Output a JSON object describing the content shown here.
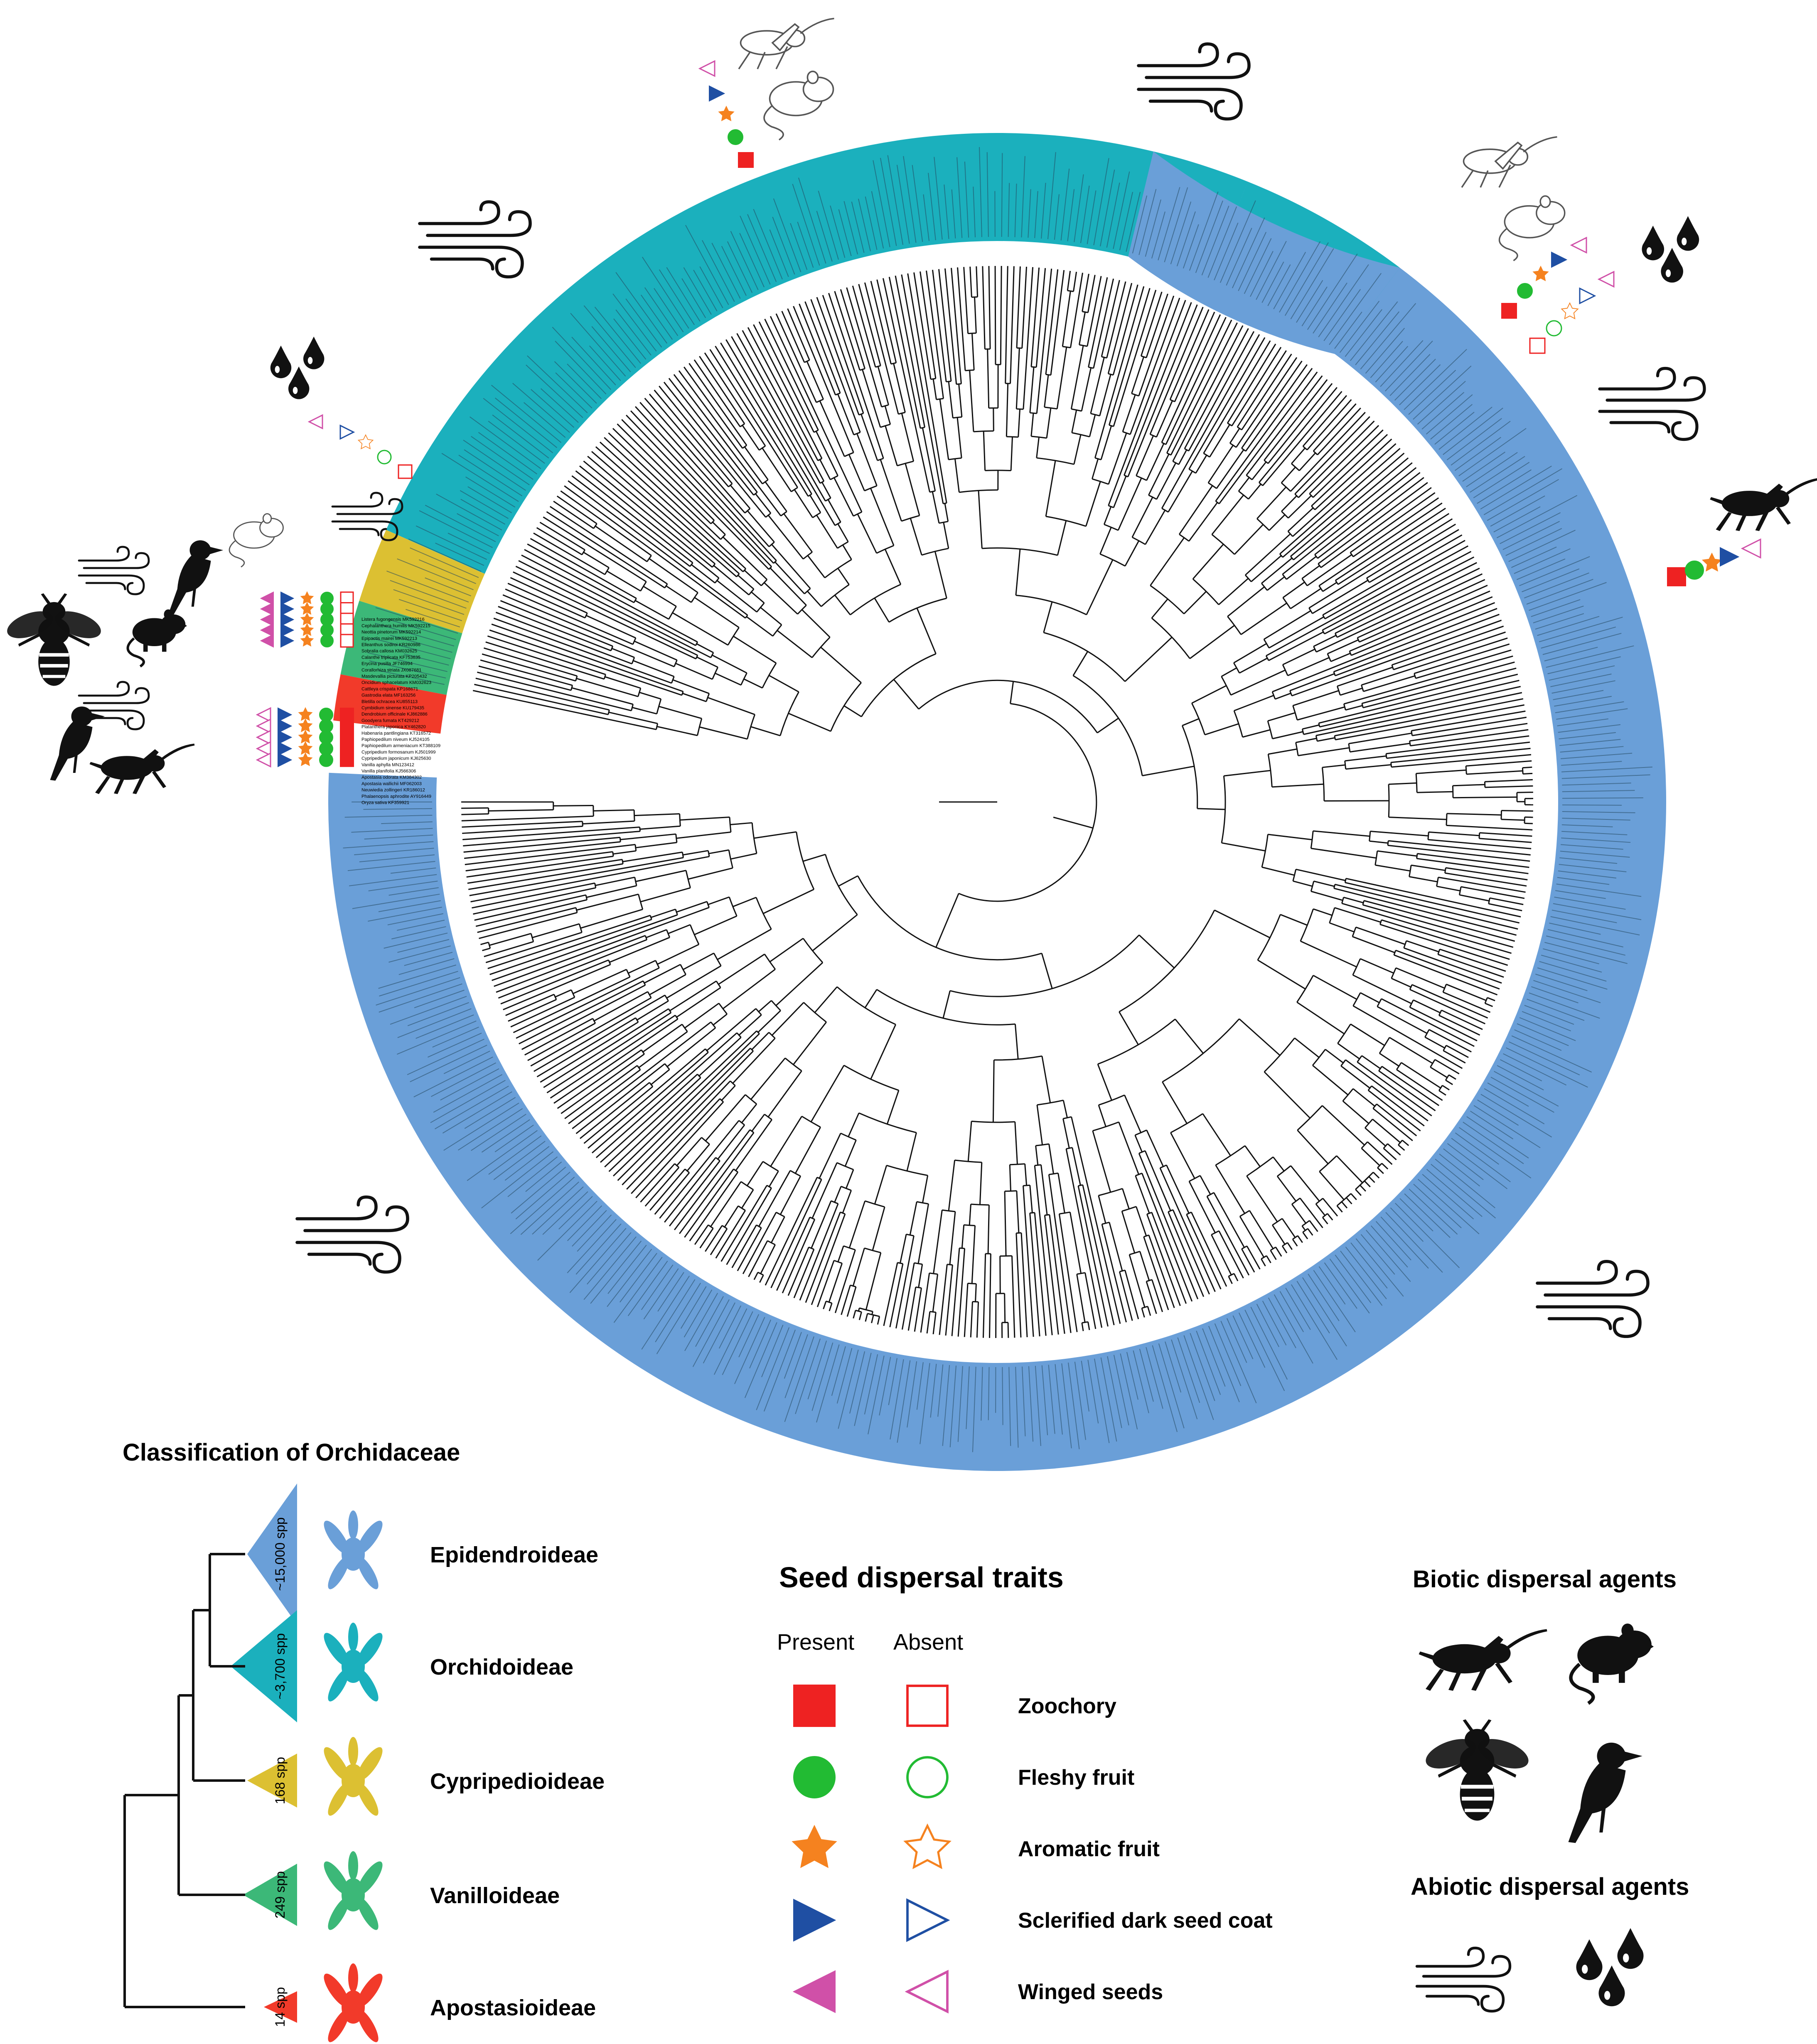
{
  "colors": {
    "epidendroideae": "#6a9fd8",
    "orchidoideae": "#1bb0bd",
    "cypripedioideae": "#dcc032",
    "vanilloideae": "#3cb878",
    "apostasioideae": "#f23a2a",
    "zoochory": "#ee2222",
    "fleshy_fruit": "#22bb33",
    "aromatic_fruit": "#f5821f",
    "sclerified_seed_coat": "#1f4fa3",
    "winged_seeds": "#d050a8",
    "silhouette": "#111111"
  },
  "classification": {
    "title": "Classification of Orchidaceae",
    "subfamilies": [
      {
        "name": "Epidendroideae",
        "count": "~15,000 spp",
        "color": "#6a9fd8"
      },
      {
        "name": "Orchidoideae",
        "count": "~3,700 spp",
        "color": "#1bb0bd"
      },
      {
        "name": "Cypripedioideae",
        "count": "168 spp",
        "color": "#dcc032"
      },
      {
        "name": "Vanilloideae",
        "count": "249 spp",
        "color": "#3cb878"
      },
      {
        "name": "Apostasioideae",
        "count": "14 spp",
        "color": "#f23a2a"
      }
    ]
  },
  "traits": {
    "title": "Seed dispersal traits",
    "present_label": "Present",
    "absent_label": "Absent",
    "items": [
      {
        "name": "Zoochory",
        "shape": "square",
        "color": "#ee2222"
      },
      {
        "name": "Fleshy fruit",
        "shape": "circle",
        "color": "#22bb33"
      },
      {
        "name": "Aromatic fruit",
        "shape": "star",
        "color": "#f5821f"
      },
      {
        "name": "Sclerified dark seed coat",
        "shape": "triangle-right",
        "color": "#1f4fa3"
      },
      {
        "name": "Winged seeds",
        "shape": "triangle-left",
        "color": "#d050a8"
      }
    ]
  },
  "agents": {
    "biotic_title": "Biotic dispersal agents",
    "abiotic_title": "Abiotic dispersal agents",
    "biotic_icons": [
      "cricket-icon",
      "rodent-icon",
      "bee-icon",
      "bird-icon"
    ],
    "abiotic_icons": [
      "wind-icon",
      "water-drops-icon"
    ]
  },
  "tree": {
    "taxon_labels": [
      "Oryza sativa KF359921",
      "Phalaenopsis aphrodite AY916449",
      "Neuwiedia zollingeri KR186012",
      "Apostasia wallichii MF062003",
      "Apostasia odorata KM384302",
      "Vanilla planifolia KJ566306",
      "Vanilla aphylla MN123412",
      "Cypripedium japonicum KJ625630",
      "Cypripedium formosanum KJ501999",
      "Paphiopedilum armeniacum KT388109",
      "Paphiopedilum niveum KJ524105",
      "Habenaria pantlingiana KT316572",
      "Platanthera japonica KY462820",
      "Goodyera fumata KT429212",
      "Dendrobium officinale KJ862886",
      "Cymbidium sinense KU179435",
      "Bletilla ochracea KU855113",
      "Gastrodia elata MF163256",
      "Cattleya crispata KP168671",
      "Oncidium sphacelatum KM032623",
      "Masdevallia picturata KP205432",
      "Corallorhiza striata JX087681",
      "Erycina pusilla JF746994",
      "Calanthe triplicata KF753635",
      "Sobralia callosa KM032625",
      "Elleanthus sodiroi KR260986",
      "Epipactis mairei MK592213",
      "Neottia pinetorum MK592214",
      "Cephalanthera humilis MK592215",
      "Listera fugongensis MK592216"
    ]
  }
}
